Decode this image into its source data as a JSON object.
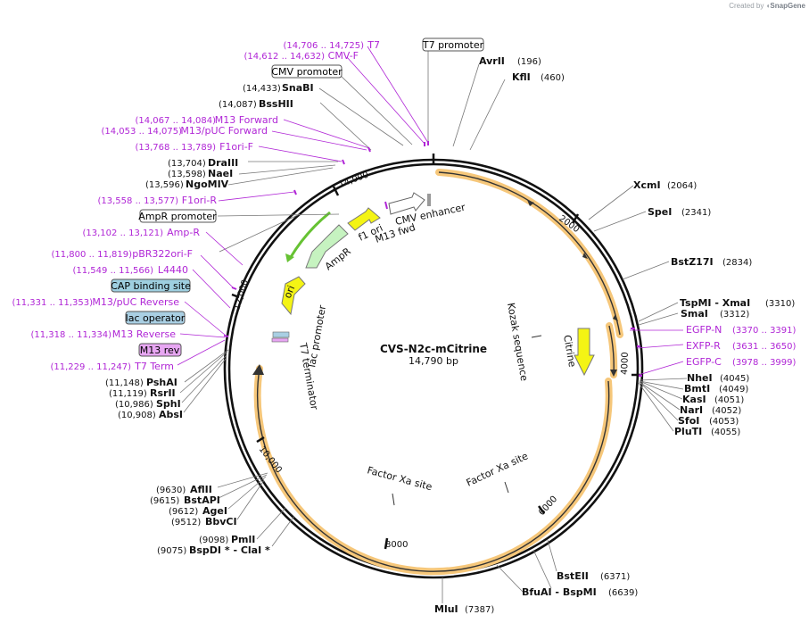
{
  "brand": {
    "prefix": "Created by",
    "name": "SnapGene"
  },
  "plasmid": {
    "name": "CVS-N2c-mCitrine",
    "length_label": "14,790 bp",
    "length": 14790
  },
  "ticks": [
    "2000",
    "4000",
    "6000",
    "8000",
    "10,000",
    "12,000",
    "14,000"
  ],
  "enzymes_left": [
    {
      "name": "SnaBI",
      "pos": "(14,433)"
    },
    {
      "name": "BssHII",
      "pos": "(14,087)"
    },
    {
      "name": "DraIII",
      "pos": "(13,704)"
    },
    {
      "name": "NaeI",
      "pos": "(13,598)"
    },
    {
      "name": "NgoMIV",
      "pos": "(13,596)"
    },
    {
      "name": "PshAI",
      "pos": "(11,148)"
    },
    {
      "name": "RsrII",
      "pos": "(11,119)"
    },
    {
      "name": "SphI",
      "pos": "(10,986)"
    },
    {
      "name": "AbsI",
      "pos": "(10,908)"
    },
    {
      "name": "AflII",
      "pos": "(9630)"
    },
    {
      "name": "BstAPI",
      "pos": "(9615)"
    },
    {
      "name": "AgeI",
      "pos": "(9612)"
    },
    {
      "name": "BbvCI",
      "pos": "(9512)"
    },
    {
      "name": "PmlI",
      "pos": "(9098)"
    },
    {
      "name": "BspDI * - ClaI *",
      "pos": "(9075)"
    }
  ],
  "enzymes_right": [
    {
      "name": "AvrII",
      "pos": "(196)"
    },
    {
      "name": "KflI",
      "pos": "(460)"
    },
    {
      "name": "XcmI",
      "pos": "(2064)"
    },
    {
      "name": "SpeI",
      "pos": "(2341)"
    },
    {
      "name": "BstZ17I",
      "pos": "(2834)"
    },
    {
      "name": "TspMI - XmaI",
      "pos": "(3310)"
    },
    {
      "name": "SmaI",
      "pos": "(3312)"
    },
    {
      "name": "NheI",
      "pos": "(4045)"
    },
    {
      "name": "BmtI",
      "pos": "(4049)"
    },
    {
      "name": "KasI",
      "pos": "(4051)"
    },
    {
      "name": "NarI",
      "pos": "(4052)"
    },
    {
      "name": "SfoI",
      "pos": "(4053)"
    },
    {
      "name": "PluTI",
      "pos": "(4055)"
    },
    {
      "name": "BstEII",
      "pos": "(6371)"
    },
    {
      "name": "BfuAI - BspMI",
      "pos": "(6639)"
    },
    {
      "name": "MluI",
      "pos": "(7387)"
    }
  ],
  "primers_left": [
    {
      "name": "T7",
      "pos": "(14,706 .. 14,725)"
    },
    {
      "name": "CMV-F",
      "pos": "(14,612 .. 14,632)"
    },
    {
      "name": "M13 Forward",
      "pos": "(14,067 .. 14,084)"
    },
    {
      "name": "M13/pUC Forward",
      "pos": "(14,053 .. 14,075)"
    },
    {
      "name": "F1ori-F",
      "pos": "(13,768 .. 13,789)"
    },
    {
      "name": "F1ori-R",
      "pos": "(13,558 .. 13,577)"
    },
    {
      "name": "Amp-R",
      "pos": "(13,102 .. 13,121)"
    },
    {
      "name": "pBR322ori-F",
      "pos": "(11,800 .. 11,819)"
    },
    {
      "name": "L4440",
      "pos": "(11,549 .. 11,566)"
    },
    {
      "name": "M13/pUC Reverse",
      "pos": "(11,331 .. 11,353)"
    },
    {
      "name": "M13 Reverse",
      "pos": "(11,318 .. 11,334)"
    },
    {
      "name": "T7 Term",
      "pos": "(11,229 .. 11,247)"
    }
  ],
  "primers_right": [
    {
      "name": "EGFP-N",
      "pos": "(3370 .. 3391)"
    },
    {
      "name": "EXFP-R",
      "pos": "(3631 .. 3650)"
    },
    {
      "name": "EGFP-C",
      "pos": "(3978 .. 3999)"
    }
  ],
  "boxed_labels": [
    {
      "name": "T7 promoter"
    },
    {
      "name": "CMV promoter"
    },
    {
      "name": "AmpR promoter"
    },
    {
      "name": "CAP binding site"
    },
    {
      "name": "lac operator"
    },
    {
      "name": "M13 rev"
    }
  ],
  "features": {
    "f1_ori": "f1 ori",
    "m13_fwd": "M13 fwd",
    "cmv_enhancer": "CMV enhancer",
    "ampr": "AmpR",
    "ori": "ori",
    "lac_promoter": "lac promoter",
    "t7_terminator": "T7 terminator",
    "kozak": "Kozak sequence",
    "citrine": "Citrine",
    "factor_xa_1": "Factor Xa site",
    "factor_xa_2": "Factor Xa site"
  },
  "colors": {
    "enzyme": "#111111",
    "primer": "#b026d6",
    "orf_glow": "#f6c77a",
    "orf_line": "#333333",
    "yellow_feature": "#f4f414",
    "green_feature": "#66c233",
    "cap_box": "#9ecfe0",
    "lac_box": "#a9cfe3",
    "m13_box": "#e7a6f2"
  }
}
